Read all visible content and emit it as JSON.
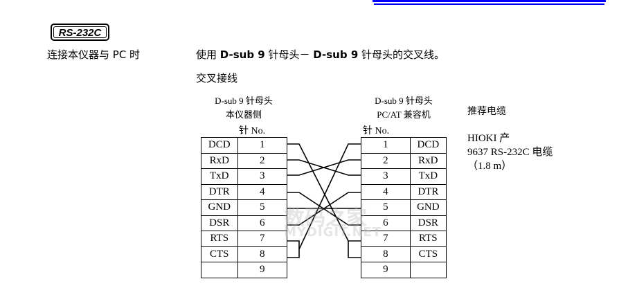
{
  "badge": "RS-232C",
  "heading_left": "连接本仪器与 PC 时",
  "heading_main": {
    "pre": "使用 ",
    "bold1": "D-sub 9",
    "mid1": " 针母头－ ",
    "bold2": "D-sub 9",
    "post": " 针母头的交叉线。"
  },
  "subheading": "交叉接线",
  "left_connector": {
    "line1": "D-sub 9 针母头",
    "line2": "本仪器侧",
    "pin_header": "针 No."
  },
  "right_connector": {
    "line1": "D-sub 9 针母头",
    "line2": "PC/AT 兼容机",
    "pin_header": "针 No."
  },
  "pins": [
    {
      "signal": "DCD",
      "pin": "1"
    },
    {
      "signal": "RxD",
      "pin": "2"
    },
    {
      "signal": "TxD",
      "pin": "3"
    },
    {
      "signal": "DTR",
      "pin": "4"
    },
    {
      "signal": "GND",
      "pin": "5"
    },
    {
      "signal": "DSR",
      "pin": "6"
    },
    {
      "signal": "RTS",
      "pin": "7"
    },
    {
      "signal": "CTS",
      "pin": "8"
    },
    {
      "signal": "",
      "pin": "9"
    }
  ],
  "recommended": {
    "title": "推荐电缆",
    "maker": "HIOKI 产",
    "model": "9637 RS-232C 电缆",
    "length": "（1.8 m）"
  },
  "watermark": {
    "cn": "数码之家",
    "en": "MYDIGIT.NET"
  },
  "colors": {
    "accent": "#0000ff"
  }
}
